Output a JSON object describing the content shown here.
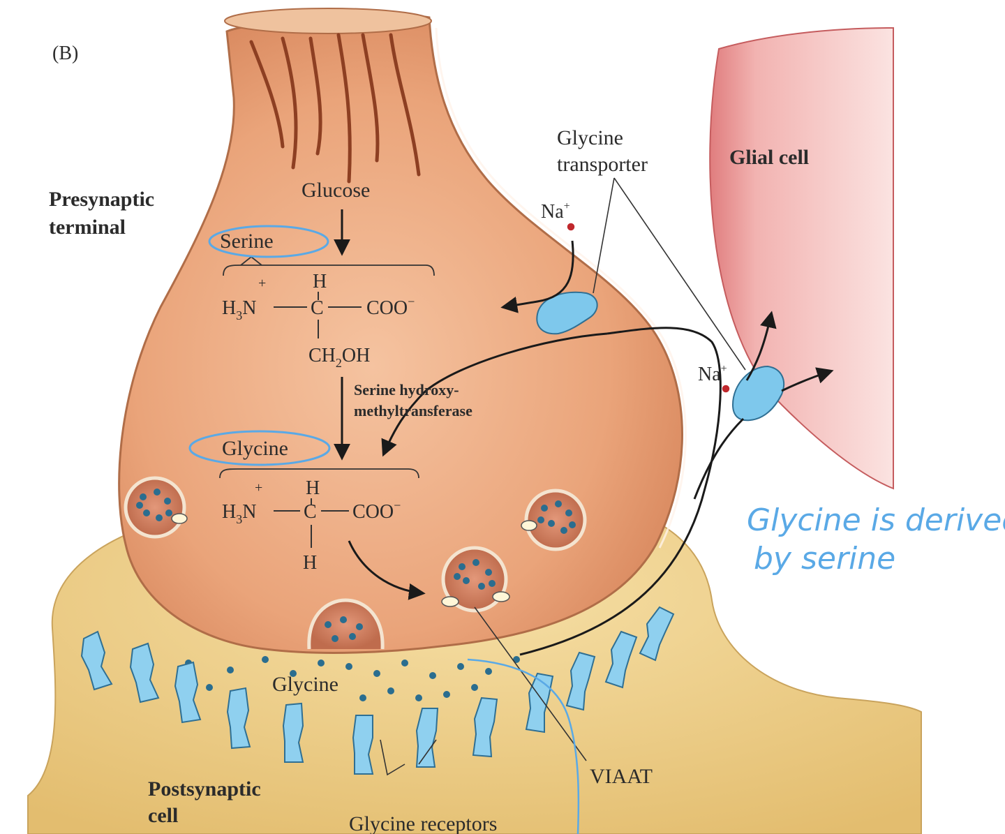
{
  "panel_label": "(B)",
  "labels": {
    "presynaptic_line1": "Presynaptic",
    "presynaptic_line2": "terminal",
    "glial_cell": "Glial cell",
    "glycine_transporter_line1": "Glycine",
    "glycine_transporter_line2": "transporter",
    "na_top": "Na",
    "na_right": "Na",
    "na_superscript": "+",
    "glucose": "Glucose",
    "serine": "Serine",
    "glycine_top": "Glycine",
    "enzyme_line1": "Serine hydroxy-",
    "enzyme_line2": "methyltransferase",
    "glycine_cleft": "Glycine",
    "viaat": "VIAAT",
    "glycine_receptors": "Glycine receptors",
    "postsynaptic_line1": "Postsynaptic",
    "postsynaptic_line2": "cell"
  },
  "serine_structure": {
    "charge": "+",
    "h3n": "H",
    "h3n_sub": "3",
    "h3n_n": "N",
    "top_h": "H",
    "carbon": "C",
    "coo": "COO",
    "coo_charge": "−",
    "side_chain": "CH",
    "side_chain_sub": "2",
    "side_chain_end": "OH"
  },
  "glycine_structure": {
    "charge": "+",
    "h3n": "H",
    "h3n_sub": "3",
    "h3n_n": "N",
    "top_h": "H",
    "carbon": "C",
    "coo": "COO",
    "coo_charge": "−",
    "bottom_h": "H"
  },
  "handwritten_note": {
    "line1": "Glycine is derived",
    "line2": "by serine"
  },
  "colors": {
    "terminal_fill": "#e9a57c",
    "terminal_dark": "#c97e58",
    "postsynaptic_fill": "#e8c77f",
    "glial_fill": "#f1b6b3",
    "transporter": "#7ec8ec",
    "receptor": "#8fd0ef",
    "annotation": "#5aa9e6"
  }
}
